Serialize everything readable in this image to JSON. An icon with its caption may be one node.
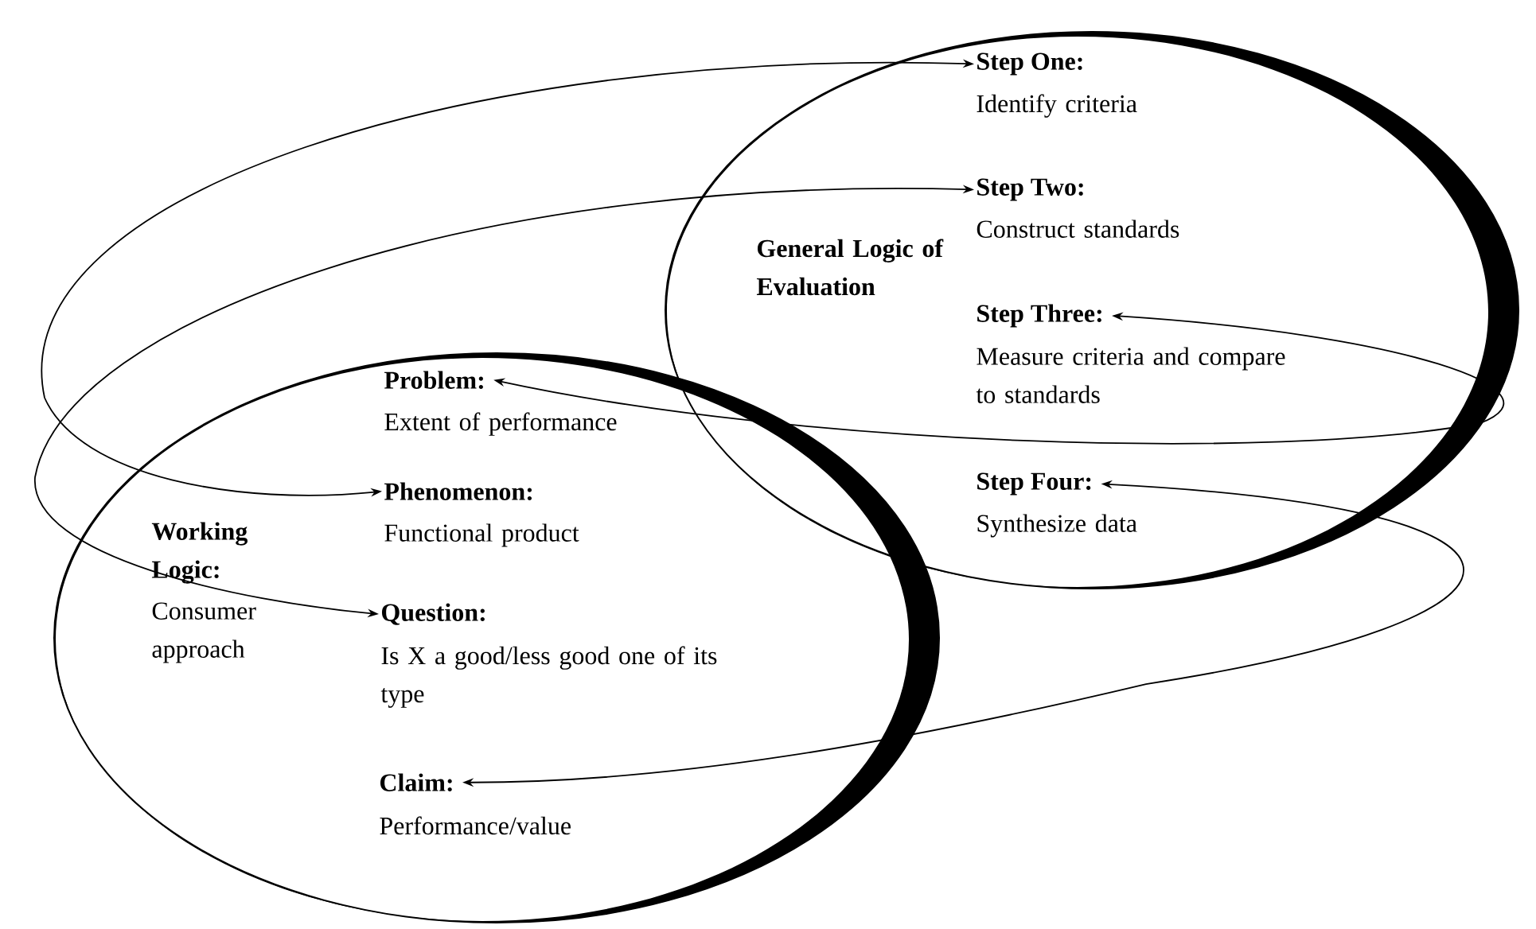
{
  "diagram": {
    "nodes": [
      {
        "text": [
          "General Logic of Evaluation"
        ]
      },
      {
        "text": [
          "Step One:",
          "Identify criteria"
        ],
        "in": 0
      },
      {
        "text": [
          "Step Two:",
          "Construct standards"
        ],
        "in": 0
      },
      {
        "text": [
          "Step Three:",
          "Measure criteria and compare to standards"
        ],
        "in": 0
      },
      {
        "text": [
          "Step Four:",
          "Synthesize data"
        ],
        "in": 0
      },
      {
        "text": [
          "Working Logic:",
          "Consumer approach"
        ]
      },
      {
        "text": [
          "Problem:",
          "Extent of performance"
        ],
        "in": 5
      },
      {
        "text": [
          "Phenomenon:",
          "Functional product"
        ],
        "in": 5
      },
      {
        "text": [
          "Question:",
          "Is X a good/less good one of its type"
        ],
        "in": 5
      },
      {
        "text": [
          "Claim:",
          "Performance/value"
        ],
        "in": 5
      }
    ],
    "edges": [
      {
        "from": 1,
        "to": 7,
        "arrow": "both"
      },
      {
        "from": 2,
        "to": 8,
        "arrow": "both"
      },
      {
        "from": 3,
        "to": 6,
        "arrow": "both"
      },
      {
        "from": 4,
        "to": 9,
        "arrow": "both"
      }
    ]
  }
}
